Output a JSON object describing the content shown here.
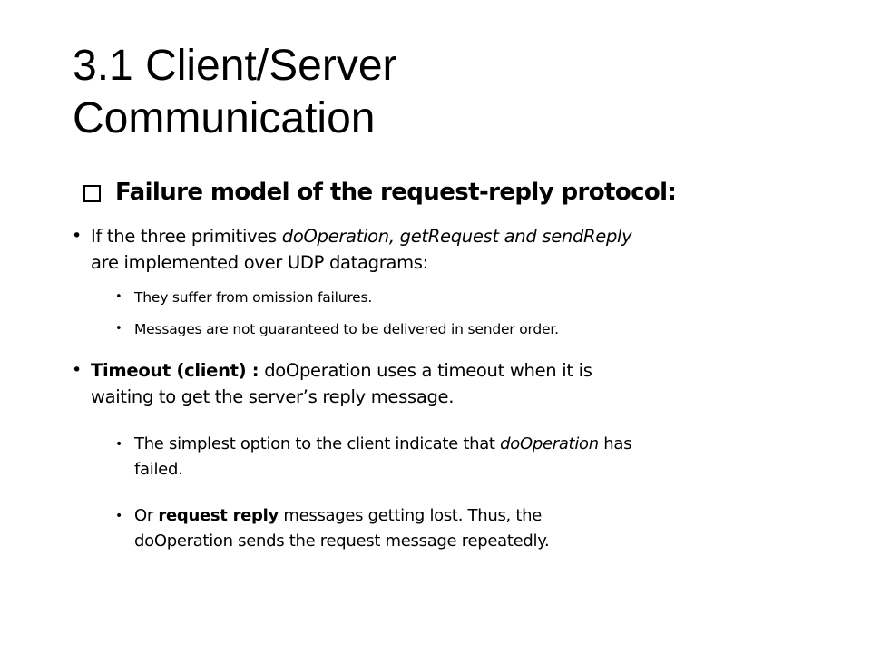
{
  "title": {
    "line1": "3.1  Client/Server",
    "line2": "Communication"
  },
  "heading": "Failure model of the request-reply protocol:",
  "bullet1": {
    "line1_prefix": " If the three primitives ",
    "line1_italic": "doOperation, getRequest and sendReply",
    "line2": "are implemented over UDP  datagrams:"
  },
  "sub1": "They suffer from omission failures.",
  "sub2": "Messages are not guaranteed to be delivered in sender order.",
  "bullet2": {
    "bold": "Timeout (client) :",
    "line1_rest": " doOperation uses a timeout when it is",
    "line2": "waiting to get the server’s reply message."
  },
  "sub3": {
    "prefix": "The simplest option to the client indicate that ",
    "italic": "doOperation",
    "suffix": "  has",
    "line2": "failed."
  },
  "sub4": {
    "prefix": "Or ",
    "bold": "request reply",
    "suffix": " messages getting lost. Thus, the",
    "line2": "doOperation sends the request message repeatedly."
  },
  "bullet_glyph": "•"
}
